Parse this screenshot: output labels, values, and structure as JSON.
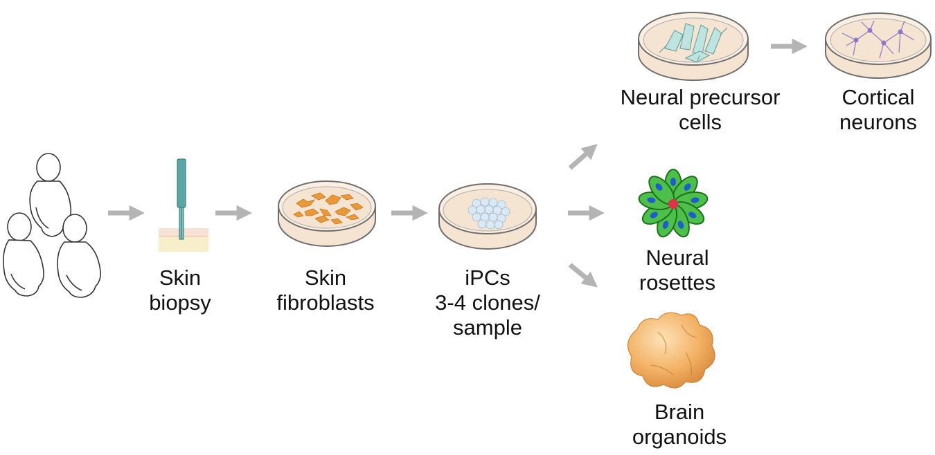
{
  "steps": {
    "skin_biopsy": {
      "line1": "Skin",
      "line2": "biopsy"
    },
    "skin_fibroblasts": {
      "line1": "Skin",
      "line2": "fibroblasts"
    },
    "ipcs": {
      "line1": "iPCs",
      "line2": "3-4 clones/",
      "line3": "sample"
    },
    "neural_precursor": {
      "line1": "Neural precursor",
      "line2": "cells"
    },
    "cortical_neurons": {
      "line1": "Cortical",
      "line2": "neurons"
    },
    "neural_rosettes": {
      "line1": "Neural",
      "line2": "rosettes"
    },
    "brain_organoids": {
      "line1": "Brain",
      "line2": "organoids"
    }
  },
  "colors": {
    "arrow": "#b4b4b4",
    "dish_rim": "#6e6e6e",
    "medium": "#f6e4d2",
    "fibroblast": "#e89a3a",
    "ipc_cell": "#dbe9f5",
    "precursor": "#bfe3de",
    "neuron": "#8a78c8",
    "rosette_green": "#4cc04a",
    "rosette_nucleus": "#1f5ccc",
    "rosette_center": "#e0304a",
    "organoid": "#f3b266",
    "needle": "#5aa8a6",
    "skin": "#f3ddc4"
  },
  "icons": [
    "children-outline-icon",
    "biopsy-punch-icon",
    "petri-dish-icon",
    "rosette-icon",
    "organoid-icon"
  ]
}
